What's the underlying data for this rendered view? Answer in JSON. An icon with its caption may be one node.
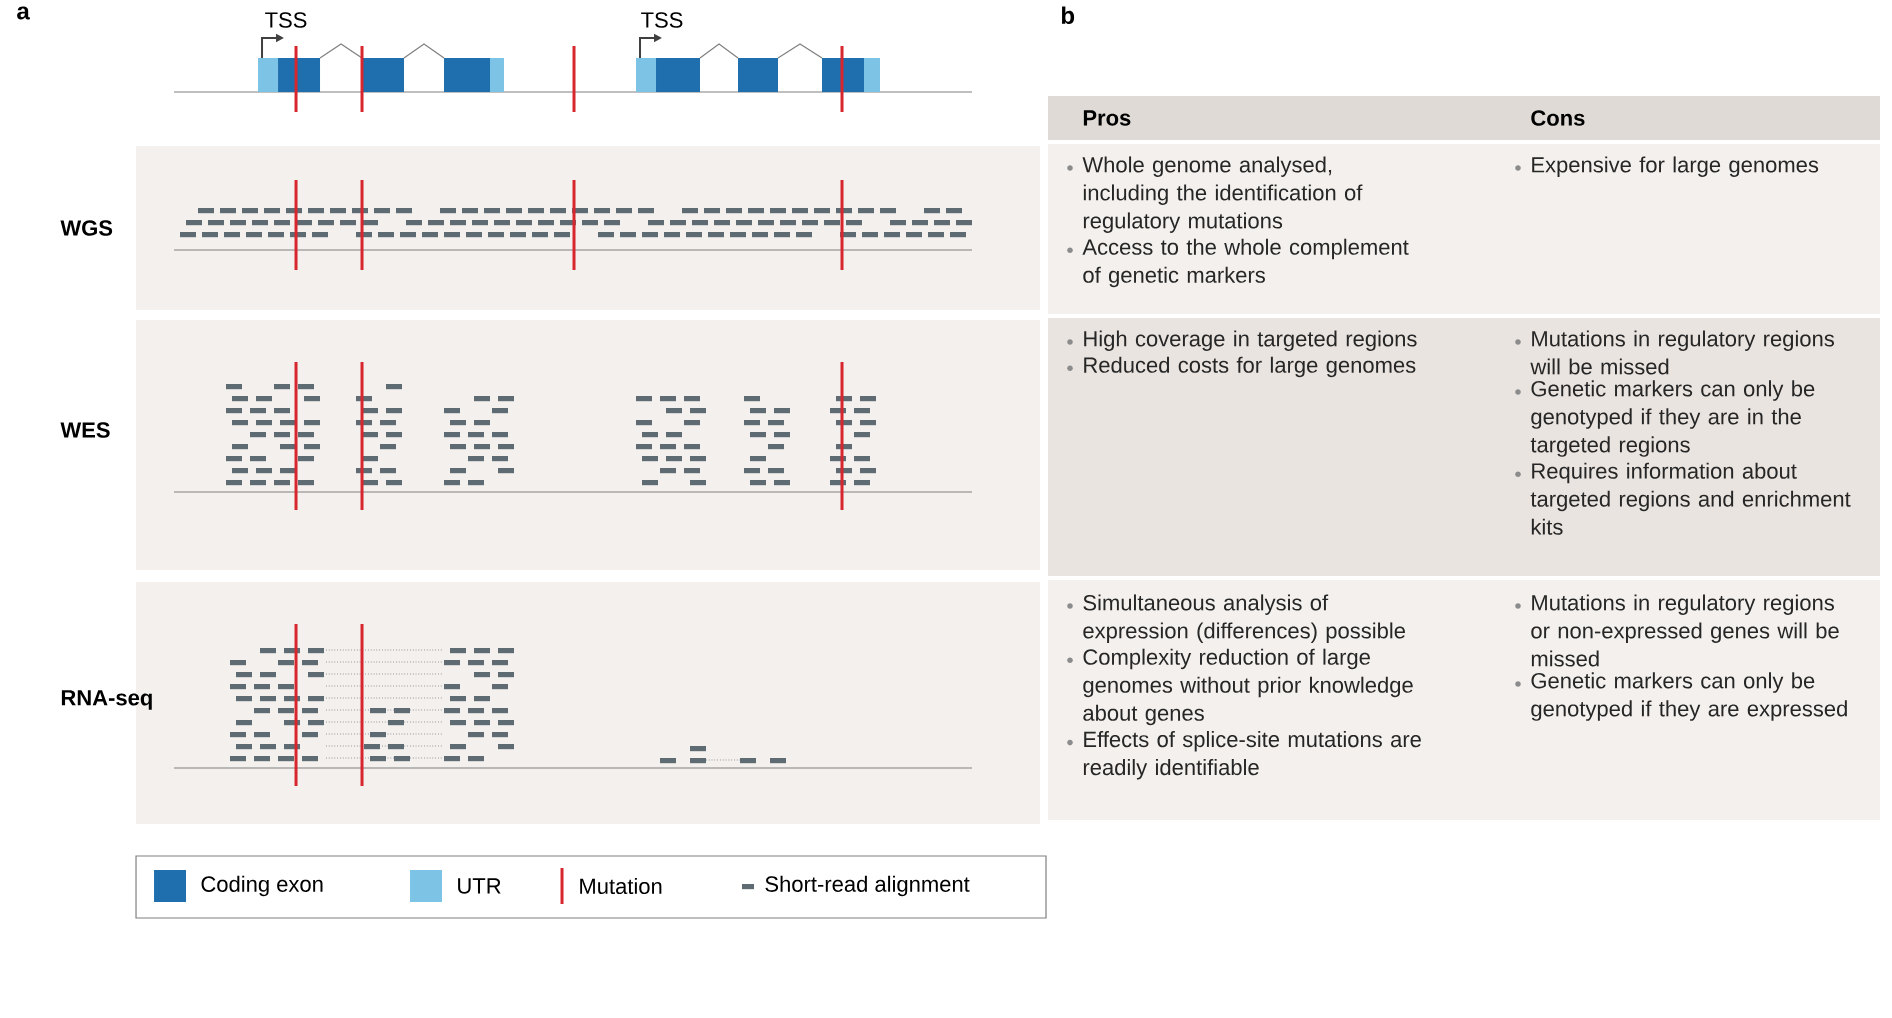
{
  "diagram": {
    "labels": [
      "a",
      "TSS",
      "TSS",
      "b",
      "Pros",
      "Cons",
      "WGS",
      "Whole genome analysed, including the identification of regulatory mutations",
      "Access to the whole complement of genetic markers",
      "Expensive for large genomes",
      "WES",
      "High coverage in targeted regions",
      "Reduced costs for large genomes",
      "Mutations in regulatory regions will be missed",
      "Genetic markers can only be genotyped if they are in the targeted regions",
      "Requires information about targeted regions and enrichment kits",
      "RNA-seq",
      "Simultaneous analysis of expression (differences) possible",
      "Complexity reduction of large genomes without prior knowledge about genes",
      "Effects of splice-site mutations are readily identifiable",
      "Mutations in regulatory regions or non-expressed genes will be missed",
      "Genetic markers can only be genotyped if they are expressed"
    ],
    "legend": [
      {
        "text": "Coding exon",
        "color": "#1f6fae"
      },
      {
        "text": "UTR",
        "color": "#7cc3e6"
      },
      {
        "text": "Mutation"
      },
      {
        "text": "Short-read alignment"
      }
    ]
  }
}
